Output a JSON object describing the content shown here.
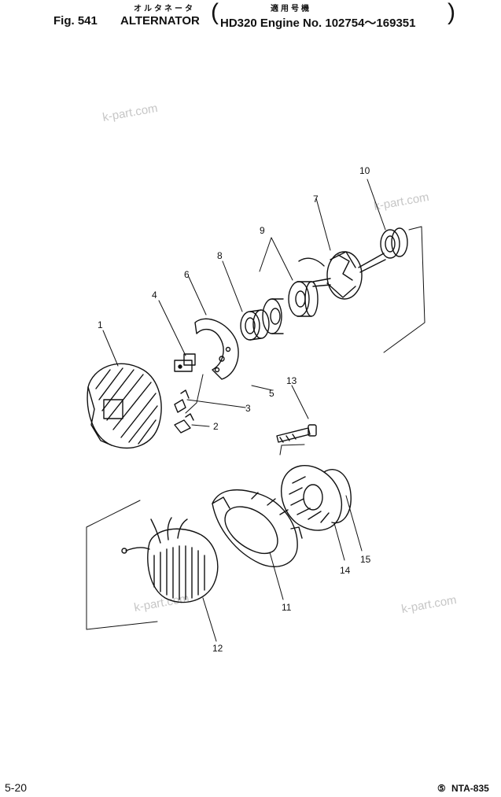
{
  "header": {
    "fig": "Fig. 541",
    "title": "ALTERNATOR",
    "title_jp": "オルタネータ",
    "applic_jp": "適用号機",
    "applic": "HD320 Engine No. 102754～169351"
  },
  "watermark": "k-part.com",
  "parts": [
    "1",
    "2",
    "3",
    "4",
    "5",
    "6",
    "7",
    "8",
    "9",
    "10",
    "11",
    "12",
    "13",
    "14",
    "15"
  ],
  "footer": {
    "page": "5-20",
    "code": "NTA-835",
    "code_mark": "⑤"
  }
}
